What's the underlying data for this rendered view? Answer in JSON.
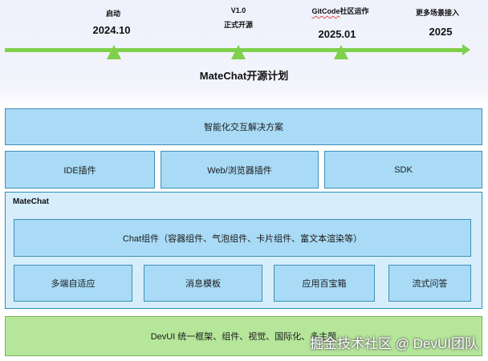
{
  "timeline": {
    "milestones": [
      {
        "label": "启动",
        "date": "2024.10"
      },
      {
        "label_line1": "V1.0",
        "label_line2": "正式开源"
      },
      {
        "label_prefix": "GitCode",
        "label_suffix": "社区运作",
        "date": "2025.01"
      },
      {
        "label": "更多场景接入",
        "date": "2025"
      }
    ],
    "title": "MateChat开源计划"
  },
  "layers": {
    "solution": "智能化交互解决方案",
    "integrations": [
      "IDE插件",
      "Web/浏览器插件",
      "SDK"
    ],
    "matechat": {
      "label": "MateChat",
      "components": "Chat组件（容器组件、气泡组件、卡片组件、富文本渲染等）",
      "modules": [
        "多端自适应",
        "消息模板",
        "应用百宝箱",
        "流式问答"
      ]
    },
    "foundation": "DevUI 统一框架、组件、视觉、国际化、多主题"
  },
  "watermark": "掘金技术社区 @ DevUI团队",
  "colors": {
    "timeline": "#7fd04b",
    "box_fill": "#a9dbf7",
    "container_fill": "#d6eefb",
    "foundation_fill": "#b5e69a"
  }
}
